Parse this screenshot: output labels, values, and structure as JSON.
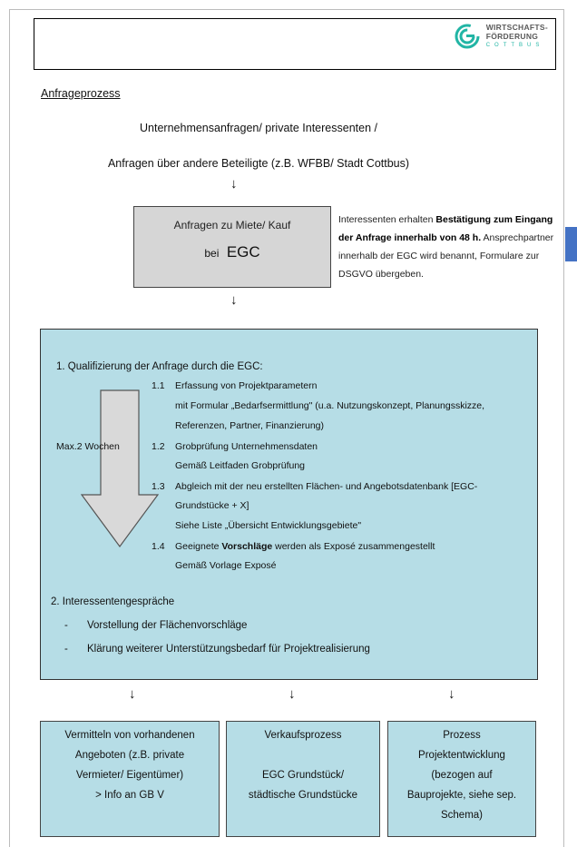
{
  "logo": {
    "line1": "WIRTSCHAFTS-",
    "line2": "FÖRDERUNG",
    "line3": "COTTBUS"
  },
  "section_title": "Anfrageprozess",
  "intro": {
    "line1": "Unternehmensanfragen/ private Interessenten /",
    "line2": "Anfragen über andere Beteiligte (z.B. WFBB/ Stadt Cottbus)"
  },
  "arrow": "↓",
  "request_box": {
    "line1": "Anfragen zu Miete/ Kauf",
    "prefix": "bei",
    "strong": "EGC"
  },
  "confirmation": {
    "pre": "Interessenten erhalten ",
    "strong": "Bestätigung zum Eingang der Anfrage innerhalb von 48 h.",
    "post": " Ansprechpartner innerhalb der EGC wird benannt, Formulare zur DSGVO übergeben."
  },
  "duration_label": "Max.2 Wochen",
  "step1": {
    "title": "1.  Qualifizierung der Anfrage durch die EGC:",
    "items": [
      {
        "num": "1.1",
        "title": "Erfassung von Projektparametern",
        "lines": [
          "mit Formular „Bedarfsermittlung\" (u.a. Nutzungskonzept, Planungsskizze,",
          "Referenzen,  Partner, Finanzierung)"
        ]
      },
      {
        "num": "1.2",
        "title": "Grobprüfung Unternehmensdaten",
        "lines": [
          "Gemäß Leitfaden Grobprüfung"
        ]
      },
      {
        "num": "1.3",
        "title": "Abgleich mit der neu erstellten Flächen- und Angebotsdatenbank [EGC-",
        "title2": "Grundstücke + X]",
        "lines": [
          "Siehe Liste „Übersicht Entwicklungsgebiete\""
        ]
      },
      {
        "num": "1.4",
        "title_pre": "Geeignete ",
        "title_strong": "Vorschläge",
        "title_post": " werden als Exposé zusammengestellt",
        "lines": [
          "Gemäß Vorlage Exposé"
        ]
      }
    ]
  },
  "step2": {
    "title": "2.  Interessentengespräche",
    "bullets": [
      "Vorstellung der Flächenvorschläge",
      "Klärung weiterer Unterstützungsbedarf für Projektrealisierung"
    ]
  },
  "bottom_boxes": [
    {
      "lines": [
        "Vermitteln von vorhandenen",
        "Angeboten (z.B. private",
        "Vermieter/ Eigentümer)",
        "> Info an GB V"
      ]
    },
    {
      "lines": [
        "Verkaufsprozess",
        "",
        "EGC Grundstück/",
        "städtische Grundstücke"
      ]
    },
    {
      "lines": [
        "Prozess",
        "Projektentwicklung",
        "(bezogen auf",
        "Bauprojekte, siehe sep.",
        "Schema)"
      ]
    }
  ],
  "colors": {
    "panel": "#b6dde6",
    "gray_box": "#d6d6d6",
    "logo_teal": "#22b5a5",
    "side_square": "#4472c4"
  }
}
